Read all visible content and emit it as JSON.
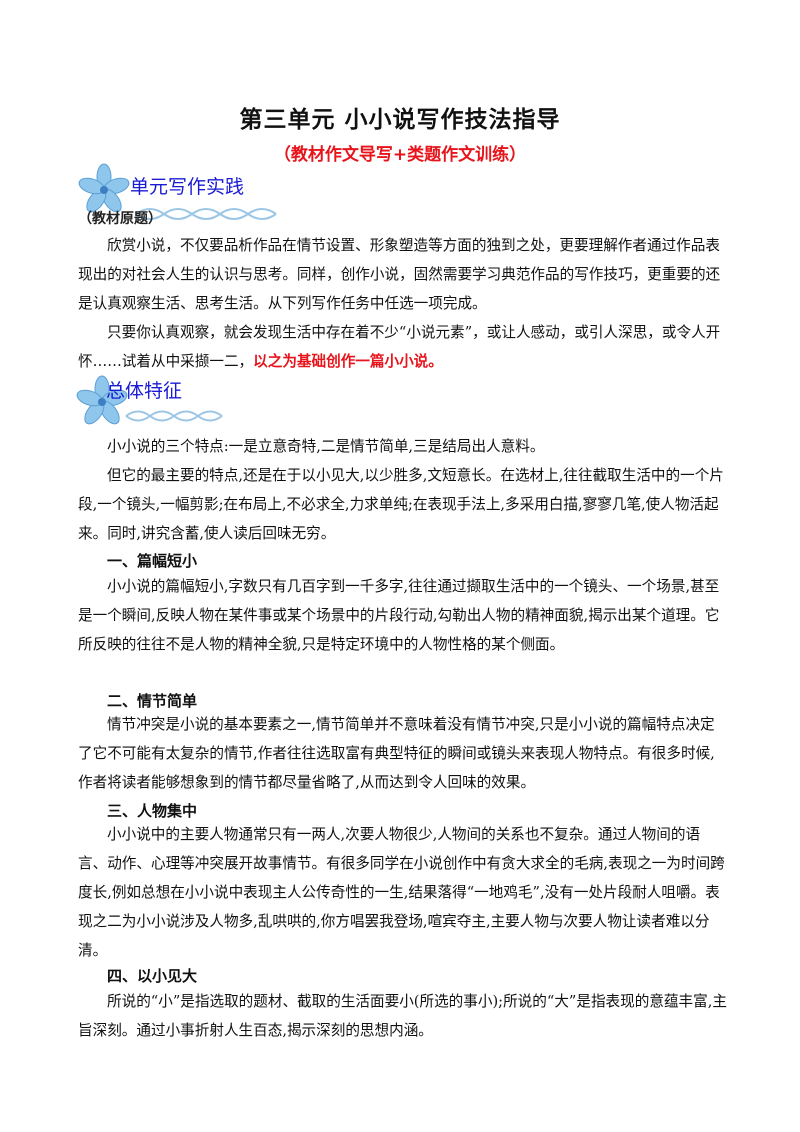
{
  "title": "第三单元  小小说写作技法指导",
  "subtitle": "（教材作文导写+类题作文训练）",
  "section1": {
    "heading": "单元写作实践",
    "source_label": "（教材原题）",
    "para1": "欣赏小说，不仅要品析作品在情节设置、形象塑造等方面的独到之处，更要理解作者通过作品表现出的对社会人生的认识与思考。同样，创作小说，固然需要学习典范作品的写作技巧，更重要的还是认真观察生活、思考生活。从下列写作任务中任选一项完成。",
    "para2_normal": "只要你认真观察，就会发现生活中存在着不少“小说元素”，或让人感动，或引人深思，或令人开怀……试着从中采撷一二，",
    "para2_highlight": "以之为基础创作一篇小小说。"
  },
  "section2": {
    "heading": "总体特征",
    "intro1": "小小说的三个特点:一是立意奇特,二是情节简单,三是结局出人意料。",
    "intro2": "但它的最主要的特点,还是在于以小见大,以少胜多,文短意长。在选材上,往往截取生活中的一个片段,一个镜头,一幅剪影;在布局上,不必求全,力求单纯;在表现手法上,多采用白描,寥寥几笔,使人物活起来。同时,讲究含蓄,使人读后回味无穷。",
    "points": [
      {
        "heading": "一、篇幅短小",
        "text": "小小说的篇幅短小,字数只有几百字到一千多字,往往通过撷取生活中的一个镜头、一个场景,甚至是一个瞬间,反映人物在某件事或某个场景中的片段行动,勾勒出人物的精神面貌,揭示出某个道理。它所反映的往往不是人物的精神全貌,只是特定环境中的人物性格的某个侧面。"
      },
      {
        "heading": "二、情节简单",
        "text": "情节冲突是小说的基本要素之一,情节简单并不意味着没有情节冲突,只是小小说的篇幅特点决定了它不可能有太复杂的情节,作者往往选取富有典型特征的瞬间或镜头来表现人物特点。有很多时候,作者将读者能够想象到的情节都尽量省略了,从而达到令人回味的效果。"
      },
      {
        "heading": "三、人物集中",
        "text": "小小说中的主要人物通常只有一两人,次要人物很少,人物间的关系也不复杂。通过人物间的语言、动作、心理等冲突展开故事情节。有很多同学在小说创作中有贪大求全的毛病,表现之一为时间跨度长,例如总想在小小说中表现主人公传奇性的一生,结果落得“一地鸡毛”,没有一处片段耐人咀嚼。表现之二为小小说涉及人物多,乱哄哄的,你方唱罢我登场,喧宾夺主,主要人物与次要人物让读者难以分清。"
      },
      {
        "heading": "四、以小见大",
        "text": "所说的“小”是指选取的题材、截取的生活面要小(所选的事小);所说的“大”是指表现的意蕴丰富,主旨深刻。通过小事折射人生百态,揭示深刻的思想内涵。"
      }
    ]
  },
  "colors": {
    "heading_blue": "#1a1ad4",
    "highlight_red": "#e8141b",
    "flower_blue": "#8fc6ec"
  }
}
